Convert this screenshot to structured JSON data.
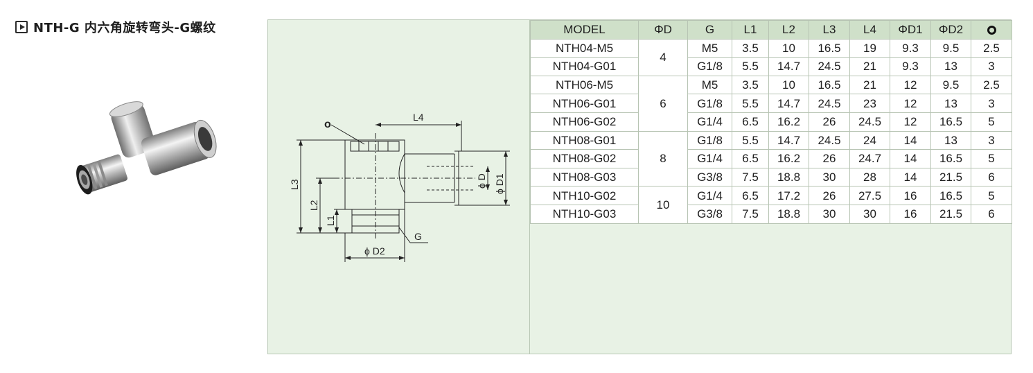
{
  "header": {
    "title": "NTH-G 内六角旋转弯头-G螺纹"
  },
  "drawing": {
    "labels": {
      "l4": "L4",
      "l3": "L3",
      "l2": "L2",
      "l1": "L1",
      "d": "ϕ D",
      "d1": "ϕ D1",
      "d2": "ϕ D2",
      "g": "G",
      "oring": "o"
    }
  },
  "table": {
    "headers": [
      "MODEL",
      "ΦD",
      "G",
      "L1",
      "L2",
      "L3",
      "L4",
      "ΦD1",
      "ΦD2"
    ],
    "oring_header_icon": "o-ring-icon",
    "groups": [
      {
        "d": "4",
        "rows": [
          {
            "model": "NTH04-M5",
            "g": "M5",
            "l1": "3.5",
            "l2": "10",
            "l3": "16.5",
            "l4": "19",
            "d1": "9.3",
            "d2": "9.5",
            "o": "2.5"
          },
          {
            "model": "NTH04-G01",
            "g": "G1/8",
            "l1": "5.5",
            "l2": "14.7",
            "l3": "24.5",
            "l4": "21",
            "d1": "9.3",
            "d2": "13",
            "o": "3"
          }
        ]
      },
      {
        "d": "6",
        "rows": [
          {
            "model": "NTH06-M5",
            "g": "M5",
            "l1": "3.5",
            "l2": "10",
            "l3": "16.5",
            "l4": "21",
            "d1": "12",
            "d2": "9.5",
            "o": "2.5"
          },
          {
            "model": "NTH06-G01",
            "g": "G1/8",
            "l1": "5.5",
            "l2": "14.7",
            "l3": "24.5",
            "l4": "23",
            "d1": "12",
            "d2": "13",
            "o": "3"
          },
          {
            "model": "NTH06-G02",
            "g": "G1/4",
            "l1": "6.5",
            "l2": "16.2",
            "l3": "26",
            "l4": "24.5",
            "d1": "12",
            "d2": "16.5",
            "o": "5"
          }
        ]
      },
      {
        "d": "8",
        "rows": [
          {
            "model": "NTH08-G01",
            "g": "G1/8",
            "l1": "5.5",
            "l2": "14.7",
            "l3": "24.5",
            "l4": "24",
            "d1": "14",
            "d2": "13",
            "o": "3"
          },
          {
            "model": "NTH08-G02",
            "g": "G1/4",
            "l1": "6.5",
            "l2": "16.2",
            "l3": "26",
            "l4": "24.7",
            "d1": "14",
            "d2": "16.5",
            "o": "5"
          },
          {
            "model": "NTH08-G03",
            "g": "G3/8",
            "l1": "7.5",
            "l2": "18.8",
            "l3": "30",
            "l4": "28",
            "d1": "14",
            "d2": "21.5",
            "o": "6"
          }
        ]
      },
      {
        "d": "10",
        "rows": [
          {
            "model": "NTH10-G02",
            "g": "G1/4",
            "l1": "6.5",
            "l2": "17.2",
            "l3": "26",
            "l4": "27.5",
            "d1": "16",
            "d2": "16.5",
            "o": "5"
          },
          {
            "model": "NTH10-G03",
            "g": "G3/8",
            "l1": "7.5",
            "l2": "18.8",
            "l3": "30",
            "l4": "30",
            "d1": "16",
            "d2": "21.5",
            "o": "6"
          }
        ]
      }
    ]
  },
  "colors": {
    "panel_bg": "#e8f2e5",
    "header_bg": "#cfe0c9",
    "border": "#b7c4b3"
  }
}
